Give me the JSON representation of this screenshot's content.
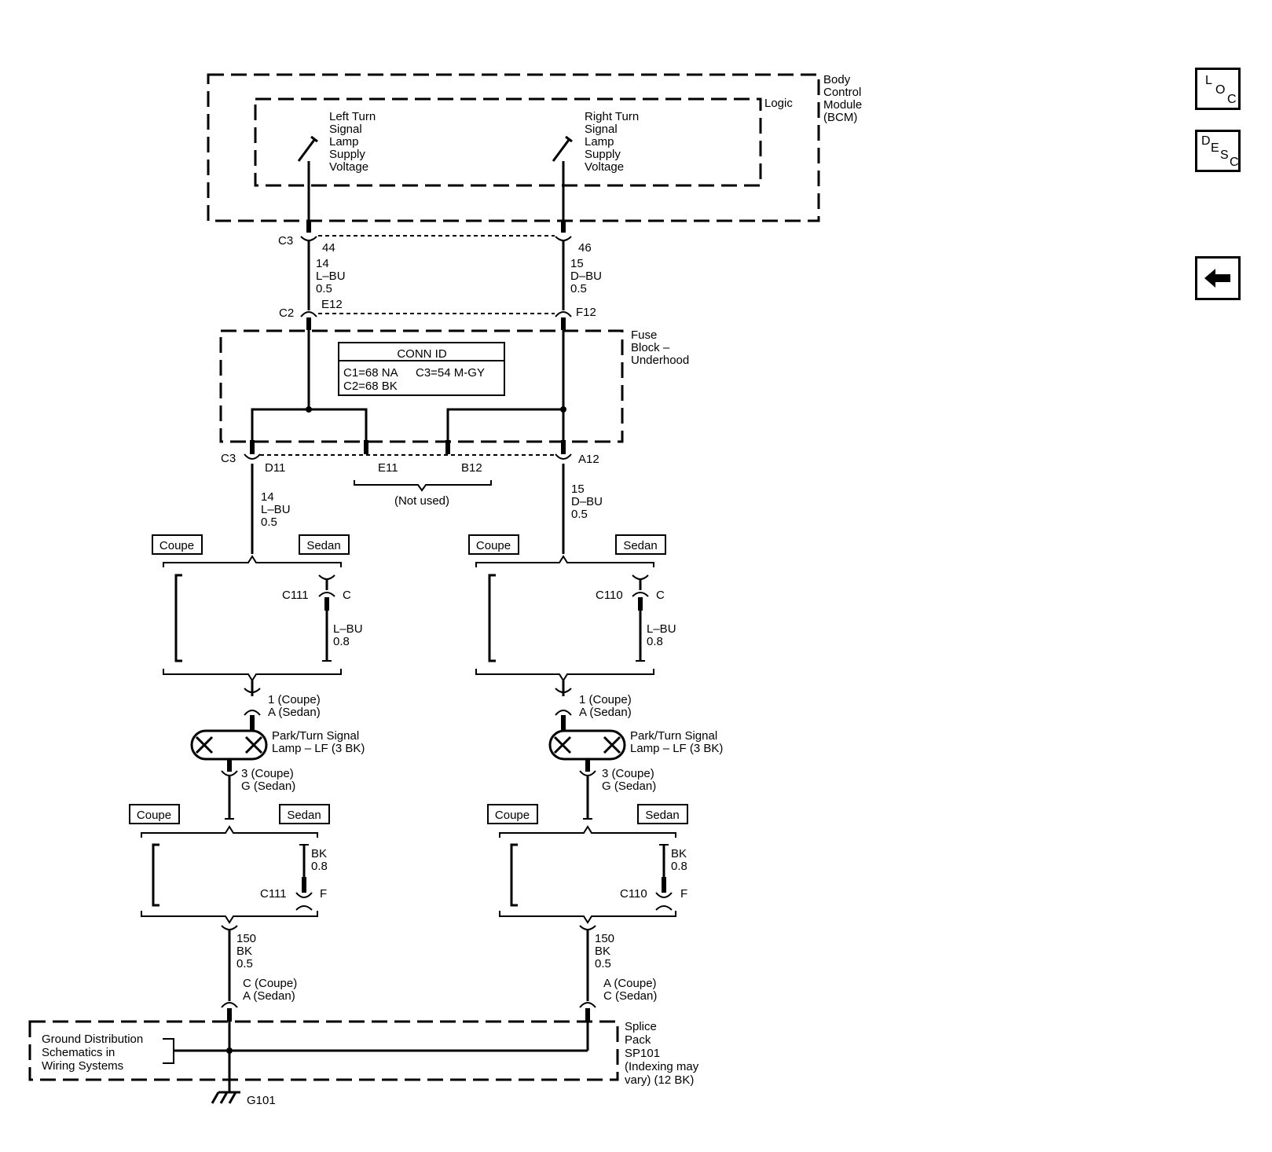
{
  "modules": {
    "bcm": [
      "Body",
      "Control",
      "Module",
      "(BCM)"
    ],
    "logic": "Logic",
    "left_supply": [
      "Left Turn",
      "Signal",
      "Lamp",
      "Supply",
      "Voltage"
    ],
    "right_supply": [
      "Right Turn",
      "Signal",
      "Lamp",
      "Supply",
      "Voltage"
    ],
    "fuse_block": [
      "Fuse",
      "Block –",
      "Underhood"
    ],
    "splice_pack": [
      "Splice",
      "Pack",
      "SP101",
      "(Indexing may",
      "vary) (12 BK)"
    ],
    "ground_dist": [
      "Ground Distribution",
      "Schematics in",
      "Wiring Systems"
    ]
  },
  "connectors": {
    "c3_top": "C3",
    "pin_44": "44",
    "pin_46": "46",
    "c2": "C2",
    "pin_e12": "E12",
    "pin_f12": "F12",
    "c3_mid": "C3",
    "pin_d11": "D11",
    "pin_e11": "E11",
    "pin_b12": "B12",
    "pin_a12": "A12",
    "not_used": "(Not used)",
    "c111_upper": "C111",
    "c111_upper_pin": "C",
    "c110_upper": "C110",
    "c110_upper_pin": "C",
    "c111_lower": "C111",
    "c111_lower_pin": "F",
    "c110_lower": "C110",
    "c110_lower_pin": "F",
    "ground": "G101"
  },
  "conn_id": {
    "title": "CONN ID",
    "line1a": "C1=68 NA",
    "line1b": "C3=54 M-GY",
    "line2": "C2=68 BK"
  },
  "wires": {
    "left_bcm": [
      "14",
      "L–BU",
      "0.5"
    ],
    "right_bcm": [
      "15",
      "D–BU",
      "0.5"
    ],
    "left_fuse": [
      "14",
      "L–BU",
      "0.5"
    ],
    "right_fuse": [
      "15",
      "D–BU",
      "0.5"
    ],
    "left_sedan_feed": [
      "L–BU",
      "0.8"
    ],
    "right_sedan_feed": [
      "L–BU",
      "0.8"
    ],
    "left_sedan_ground": [
      "BK",
      "0.8"
    ],
    "right_sedan_ground": [
      "BK",
      "0.8"
    ],
    "left_ground": [
      "150",
      "BK",
      "0.5"
    ],
    "right_ground": [
      "150",
      "BK",
      "0.5"
    ]
  },
  "variants": {
    "coupe": "Coupe",
    "sedan": "Sedan"
  },
  "lamps": {
    "left_name": [
      "Park/Turn Signal",
      "Lamp – LF (3 BK)"
    ],
    "right_name": [
      "Park/Turn Signal",
      "Lamp – LF (3 BK)"
    ],
    "left_in": [
      "1 (Coupe)",
      "A (Sedan)"
    ],
    "right_in": [
      "1 (Coupe)",
      "A (Sedan)"
    ],
    "left_out": [
      "3 (Coupe)",
      "G (Sedan)"
    ],
    "right_out": [
      "3 (Coupe)",
      "G (Sedan)"
    ],
    "left_splice": [
      "C (Coupe)",
      "A (Sedan)"
    ],
    "right_splice": [
      "A (Coupe)",
      "C (Sedan)"
    ]
  },
  "nav": {
    "loc": [
      "L",
      "O",
      "C"
    ],
    "desc": [
      "D",
      "E",
      "S",
      "C"
    ],
    "back_icon": "arrow-left-icon"
  }
}
